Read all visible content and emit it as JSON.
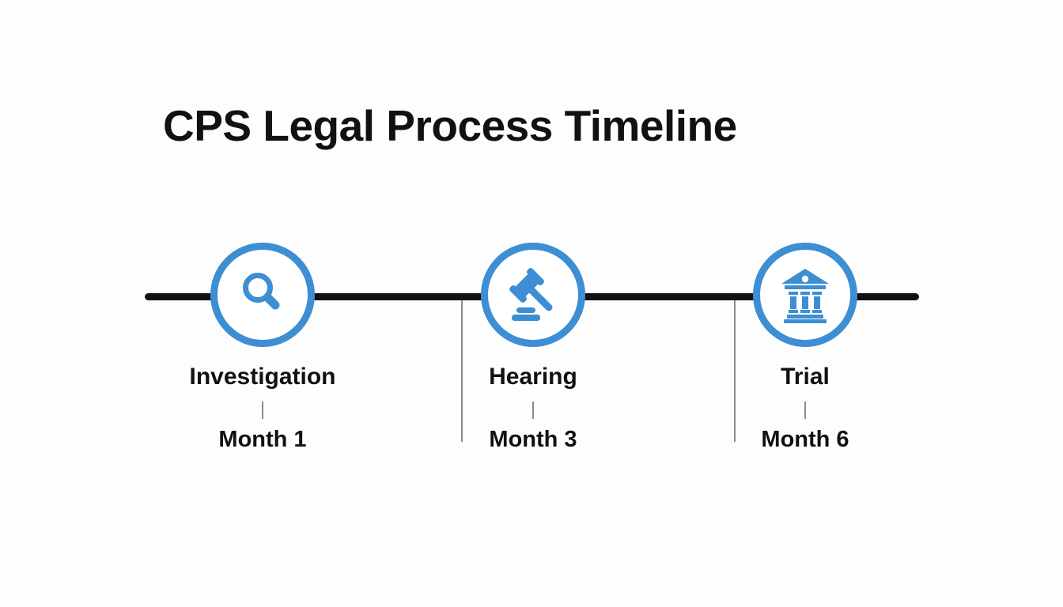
{
  "page": {
    "title": "CPS Legal Process Timeline"
  },
  "colors": {
    "accent_blue": "#3d8ed2",
    "timeline_black": "#121212",
    "divider_gray": "#8c8c8c",
    "text_black": "#111111",
    "background": "#fdfdfd"
  },
  "timeline": {
    "milestones": [
      {
        "label": "Investigation",
        "time": "Month 1",
        "icon": "magnifier-icon"
      },
      {
        "label": "Hearing",
        "time": "Month 3",
        "icon": "gavel-icon"
      },
      {
        "label": "Trial",
        "time": "Month 6",
        "icon": "courthouse-icon"
      }
    ]
  }
}
